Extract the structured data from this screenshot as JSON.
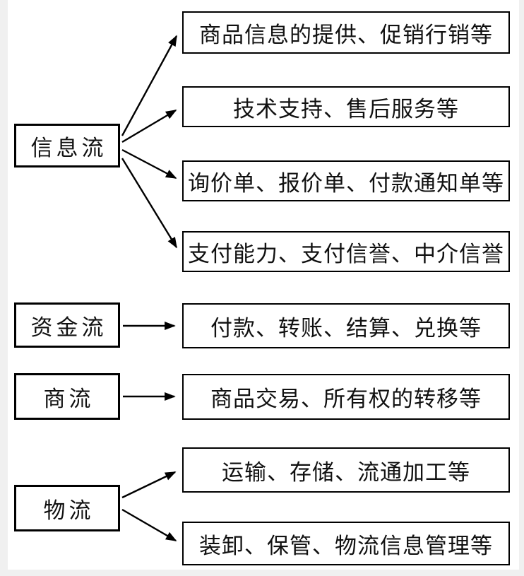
{
  "diagram": {
    "title": "",
    "colors": {
      "line": "#000000",
      "box_border": "#000000",
      "box_background": "#ffffff",
      "page_background": "#ffffff",
      "margin_background": "#f0f0f0",
      "text": "#111111"
    },
    "nodes": {
      "left": [
        {
          "id": "information-flow",
          "label": "信息流"
        },
        {
          "id": "capital-flow",
          "label": "资金流"
        },
        {
          "id": "commerce-flow",
          "label": "商流"
        },
        {
          "id": "logistics-flow",
          "label": "物流"
        }
      ],
      "right": [
        {
          "id": "product-info",
          "label": "商品信息的提供、促销行销等"
        },
        {
          "id": "tech-support",
          "label": "技术支持、售后服务等"
        },
        {
          "id": "inquiry-docs",
          "label": "询价单、报价单、付款通知单等"
        },
        {
          "id": "payment-credit",
          "label": "支付能力、支付信誉、中介信誉"
        },
        {
          "id": "payment-transfer",
          "label": "付款、转账、结算、兑换等"
        },
        {
          "id": "commodity-trade",
          "label": "商品交易、所有权的转移等"
        },
        {
          "id": "transport-storage",
          "label": "运输、存储、流通加工等"
        },
        {
          "id": "loading-keeping",
          "label": "装卸、保管、物流信息管理等"
        }
      ]
    },
    "edges": [
      {
        "from": "信息流",
        "to": "商品信息的提供、促销行销等"
      },
      {
        "from": "信息流",
        "to": "技术支持、售后服务等"
      },
      {
        "from": "信息流",
        "to": "询价单、报价单、付款通知单等"
      },
      {
        "from": "信息流",
        "to": "支付能力、支付信誉、中介信誉"
      },
      {
        "from": "资金流",
        "to": "付款、转账、结算、兑换等"
      },
      {
        "from": "商流",
        "to": "商品交易、所有权的转移等"
      },
      {
        "from": "物流",
        "to": "运输、存储、流通加工等"
      },
      {
        "from": "物流",
        "to": "装卸、保管、物流信息管理等"
      }
    ]
  }
}
